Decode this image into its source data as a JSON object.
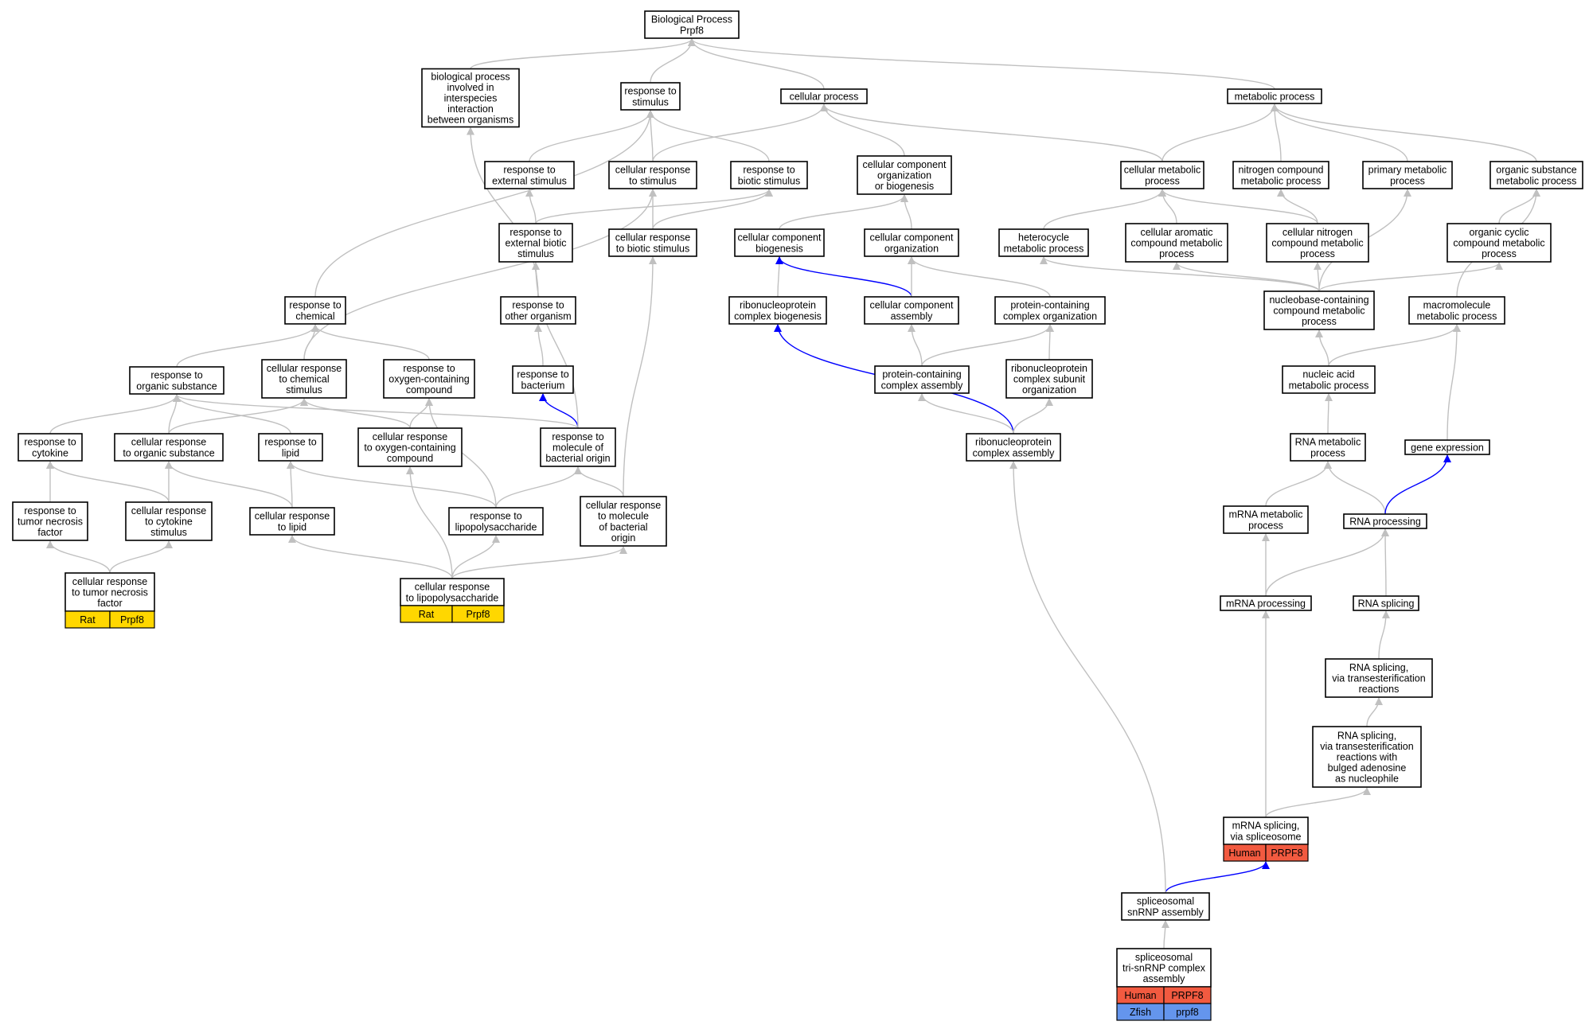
{
  "colors": {
    "gray_edge": "#c0c0c0",
    "blue_edge": "#0000ff",
    "rat": "#ffd700",
    "human": "#f25a40",
    "zfish": "#6495ed"
  },
  "nodes": {
    "root": {
      "lines": [
        "Biological Process",
        "Prpf8"
      ]
    },
    "bp_interspecies": {
      "lines": [
        "biological process",
        "involved in",
        "interspecies",
        "interaction",
        "between organisms"
      ]
    },
    "resp_stimulus": {
      "lines": [
        "response to",
        "stimulus"
      ]
    },
    "cellular_process": {
      "lines": [
        "cellular process"
      ]
    },
    "metabolic_process": {
      "lines": [
        "metabolic process"
      ]
    },
    "resp_ext_stimulus": {
      "lines": [
        "response to",
        "external stimulus"
      ]
    },
    "cell_resp_stimulus": {
      "lines": [
        "cellular response",
        "to stimulus"
      ]
    },
    "resp_biotic": {
      "lines": [
        "response to",
        "biotic stimulus"
      ]
    },
    "cc_org_biogenesis": {
      "lines": [
        "cellular component",
        "organization",
        "or biogenesis"
      ]
    },
    "cell_metabolic": {
      "lines": [
        "cellular metabolic",
        "process"
      ]
    },
    "nitrogen_compound": {
      "lines": [
        "nitrogen compound",
        "metabolic process"
      ]
    },
    "primary_metabolic": {
      "lines": [
        "primary metabolic",
        "process"
      ]
    },
    "organic_subst_metab": {
      "lines": [
        "organic substance",
        "metabolic process"
      ]
    },
    "resp_ext_biotic": {
      "lines": [
        "response to",
        "external biotic",
        "stimulus"
      ]
    },
    "cell_resp_biotic": {
      "lines": [
        "cellular response",
        "to biotic stimulus"
      ]
    },
    "cc_biogenesis": {
      "lines": [
        "cellular component",
        "biogenesis"
      ]
    },
    "cc_organization": {
      "lines": [
        "cellular component",
        "organization"
      ]
    },
    "heterocycle": {
      "lines": [
        "heterocycle",
        "metabolic process"
      ]
    },
    "cell_aromatic": {
      "lines": [
        "cellular aromatic",
        "compound metabolic",
        "process"
      ]
    },
    "cell_nitrogen": {
      "lines": [
        "cellular nitrogen",
        "compound metabolic",
        "process"
      ]
    },
    "organic_cyclic": {
      "lines": [
        "organic cyclic",
        "compound metabolic",
        "process"
      ]
    },
    "resp_chemical": {
      "lines": [
        "response to",
        "chemical"
      ]
    },
    "resp_other_org": {
      "lines": [
        "response to",
        "other organism"
      ]
    },
    "rnp_biogenesis": {
      "lines": [
        "ribonucleoprotein",
        "complex biogenesis"
      ]
    },
    "cc_assembly": {
      "lines": [
        "cellular component",
        "assembly"
      ]
    },
    "protein_cc_org": {
      "lines": [
        "protein-containing",
        "complex organization"
      ]
    },
    "nucleobase": {
      "lines": [
        "nucleobase-containing",
        "compound metabolic",
        "process"
      ]
    },
    "macromolecule": {
      "lines": [
        "macromolecule",
        "metabolic process"
      ]
    },
    "resp_organic_subst": {
      "lines": [
        "response to",
        "organic substance"
      ]
    },
    "cell_resp_chemical": {
      "lines": [
        "cellular response",
        "to chemical",
        "stimulus"
      ]
    },
    "resp_oxygen": {
      "lines": [
        "response to",
        "oxygen-containing",
        "compound"
      ]
    },
    "resp_bacterium": {
      "lines": [
        "response to",
        "bacterium"
      ]
    },
    "protein_cc_assembly": {
      "lines": [
        "protein-containing",
        "complex assembly"
      ]
    },
    "rnp_subunit_org": {
      "lines": [
        "ribonucleoprotein",
        "complex subunit",
        "organization"
      ]
    },
    "nucleic_acid": {
      "lines": [
        "nucleic acid",
        "metabolic process"
      ]
    },
    "resp_cytokine": {
      "lines": [
        "response to",
        "cytokine"
      ]
    },
    "cell_resp_organic": {
      "lines": [
        "cellular response",
        "to organic substance"
      ]
    },
    "resp_lipid": {
      "lines": [
        "response to",
        "lipid"
      ]
    },
    "cell_resp_oxygen": {
      "lines": [
        "cellular response",
        "to oxygen-containing",
        "compound"
      ]
    },
    "resp_mol_bact": {
      "lines": [
        "response to",
        "molecule of",
        "bacterial origin"
      ]
    },
    "rnp_assembly": {
      "lines": [
        "ribonucleoprotein",
        "complex assembly"
      ]
    },
    "rna_metabolic": {
      "lines": [
        "RNA metabolic",
        "process"
      ]
    },
    "gene_expression": {
      "lines": [
        "gene expression"
      ]
    },
    "resp_tnf": {
      "lines": [
        "response to",
        "tumor necrosis",
        "factor"
      ]
    },
    "cell_resp_cytokine": {
      "lines": [
        "cellular response",
        "to cytokine",
        "stimulus"
      ]
    },
    "cell_resp_lipid": {
      "lines": [
        "cellular response",
        "to lipid"
      ]
    },
    "resp_lps": {
      "lines": [
        "response to",
        "lipopolysaccharide"
      ]
    },
    "cell_resp_mol_bact": {
      "lines": [
        "cellular response",
        "to molecule",
        "of bacterial",
        "origin"
      ]
    },
    "mrna_metabolic": {
      "lines": [
        "mRNA metabolic",
        "process"
      ]
    },
    "rna_processing": {
      "lines": [
        "RNA processing"
      ]
    },
    "cell_resp_tnf": {
      "lines": [
        "cellular response",
        "to tumor necrosis",
        "factor"
      ],
      "annotations": [
        [
          "Rat",
          "Prpf8"
        ]
      ]
    },
    "cell_resp_lps": {
      "lines": [
        "cellular response",
        "to lipopolysaccharide"
      ],
      "annotations": [
        [
          "Rat",
          "Prpf8"
        ]
      ]
    },
    "mrna_processing": {
      "lines": [
        "mRNA processing"
      ]
    },
    "rna_splicing": {
      "lines": [
        "RNA splicing"
      ]
    },
    "rna_splicing_trans": {
      "lines": [
        "RNA splicing,",
        "via transesterification",
        "reactions"
      ]
    },
    "rna_splicing_bulged": {
      "lines": [
        "RNA splicing,",
        "via transesterification",
        "reactions with",
        "bulged adenosine",
        "as nucleophile"
      ]
    },
    "mrna_splicing": {
      "lines": [
        "mRNA splicing,",
        "via spliceosome"
      ],
      "annotations": [
        [
          "Human",
          "PRPF8"
        ]
      ]
    },
    "spliceosomal_snrnp": {
      "lines": [
        "spliceosomal",
        "snRNP assembly"
      ]
    },
    "tri_snrnp": {
      "lines": [
        "spliceosomal",
        "tri-snRNP complex",
        "assembly"
      ],
      "annotations": [
        [
          "Human",
          "PRPF8"
        ],
        [
          "Zfish",
          "prpf8"
        ]
      ]
    }
  },
  "edges": [
    [
      "bp_interspecies",
      "root",
      "gray"
    ],
    [
      "resp_stimulus",
      "root",
      "gray"
    ],
    [
      "cellular_process",
      "root",
      "gray"
    ],
    [
      "metabolic_process",
      "root",
      "gray"
    ],
    [
      "resp_ext_stimulus",
      "resp_stimulus",
      "gray"
    ],
    [
      "cell_resp_stimulus",
      "resp_stimulus",
      "gray"
    ],
    [
      "resp_biotic",
      "resp_stimulus",
      "gray"
    ],
    [
      "resp_chemical",
      "resp_stimulus",
      "gray"
    ],
    [
      "cell_resp_stimulus",
      "cellular_process",
      "gray"
    ],
    [
      "cc_org_biogenesis",
      "cellular_process",
      "gray"
    ],
    [
      "cell_metabolic",
      "cellular_process",
      "gray"
    ],
    [
      "cell_metabolic",
      "metabolic_process",
      "gray"
    ],
    [
      "nitrogen_compound",
      "metabolic_process",
      "gray"
    ],
    [
      "primary_metabolic",
      "metabolic_process",
      "gray"
    ],
    [
      "organic_subst_metab",
      "metabolic_process",
      "gray"
    ],
    [
      "resp_ext_biotic",
      "resp_ext_stimulus",
      "gray"
    ],
    [
      "resp_ext_biotic",
      "resp_biotic",
      "gray"
    ],
    [
      "cell_resp_biotic",
      "resp_biotic",
      "gray"
    ],
    [
      "cell_resp_biotic",
      "cell_resp_stimulus",
      "gray"
    ],
    [
      "cell_resp_chemical",
      "cell_resp_stimulus",
      "gray"
    ],
    [
      "cc_biogenesis",
      "cc_org_biogenesis",
      "gray"
    ],
    [
      "cc_organization",
      "cc_org_biogenesis",
      "gray"
    ],
    [
      "heterocycle",
      "cell_metabolic",
      "gray"
    ],
    [
      "cell_aromatic",
      "cell_metabolic",
      "gray"
    ],
    [
      "cell_nitrogen",
      "cell_metabolic",
      "gray"
    ],
    [
      "cell_nitrogen",
      "nitrogen_compound",
      "gray"
    ],
    [
      "organic_cyclic",
      "organic_subst_metab",
      "gray"
    ],
    [
      "macromolecule",
      "organic_subst_metab",
      "gray"
    ],
    [
      "nucleobase",
      "heterocycle",
      "gray"
    ],
    [
      "nucleobase",
      "cell_aromatic",
      "gray"
    ],
    [
      "nucleobase",
      "cell_nitrogen",
      "gray"
    ],
    [
      "nucleobase",
      "organic_cyclic",
      "gray"
    ],
    [
      "nucleobase",
      "primary_metabolic",
      "gray"
    ],
    [
      "resp_other_org",
      "resp_ext_biotic",
      "gray"
    ],
    [
      "resp_other_org",
      "bp_interspecies",
      "gray"
    ],
    [
      "resp_bacterium",
      "resp_other_org",
      "gray"
    ],
    [
      "resp_mol_bact",
      "resp_bacterium",
      "blue"
    ],
    [
      "resp_mol_bact",
      "resp_ext_biotic",
      "gray"
    ],
    [
      "rnp_biogenesis",
      "cc_biogenesis",
      "gray"
    ],
    [
      "cc_assembly",
      "cc_biogenesis",
      "blue"
    ],
    [
      "cc_assembly",
      "cc_organization",
      "gray"
    ],
    [
      "protein_cc_org",
      "cc_organization",
      "gray"
    ],
    [
      "protein_cc_assembly",
      "cc_assembly",
      "gray"
    ],
    [
      "protein_cc_assembly",
      "protein_cc_org",
      "gray"
    ],
    [
      "rnp_subunit_org",
      "protein_cc_org",
      "gray"
    ],
    [
      "rnp_assembly",
      "rnp_biogenesis",
      "blue"
    ],
    [
      "rnp_assembly",
      "protein_cc_assembly",
      "gray"
    ],
    [
      "rnp_assembly",
      "rnp_subunit_org",
      "gray"
    ],
    [
      "resp_organic_subst",
      "resp_chemical",
      "gray"
    ],
    [
      "cell_resp_chemical",
      "resp_chemical",
      "gray"
    ],
    [
      "resp_oxygen",
      "resp_chemical",
      "gray"
    ],
    [
      "resp_cytokine",
      "resp_organic_subst",
      "gray"
    ],
    [
      "cell_resp_organic",
      "resp_organic_subst",
      "gray"
    ],
    [
      "resp_lipid",
      "resp_organic_subst",
      "gray"
    ],
    [
      "resp_mol_bact",
      "resp_organic_subst",
      "gray"
    ],
    [
      "cell_resp_organic",
      "cell_resp_chemical",
      "gray"
    ],
    [
      "cell_resp_oxygen",
      "cell_resp_chemical",
      "gray"
    ],
    [
      "cell_resp_oxygen",
      "resp_oxygen",
      "gray"
    ],
    [
      "resp_lps",
      "resp_oxygen",
      "gray"
    ],
    [
      "resp_lps",
      "resp_mol_bact",
      "gray"
    ],
    [
      "resp_lps",
      "resp_lipid",
      "gray"
    ],
    [
      "cell_resp_mol_bact",
      "resp_mol_bact",
      "gray"
    ],
    [
      "cell_resp_mol_bact",
      "cell_resp_biotic",
      "gray"
    ],
    [
      "resp_tnf",
      "resp_cytokine",
      "gray"
    ],
    [
      "cell_resp_cytokine",
      "resp_cytokine",
      "gray"
    ],
    [
      "cell_resp_cytokine",
      "cell_resp_organic",
      "gray"
    ],
    [
      "cell_resp_lipid",
      "resp_lipid",
      "gray"
    ],
    [
      "cell_resp_lipid",
      "cell_resp_organic",
      "gray"
    ],
    [
      "cell_resp_tnf",
      "resp_tnf",
      "gray"
    ],
    [
      "cell_resp_tnf",
      "cell_resp_cytokine",
      "gray"
    ],
    [
      "cell_resp_lps",
      "cell_resp_lipid",
      "gray"
    ],
    [
      "cell_resp_lps",
      "cell_resp_oxygen",
      "gray"
    ],
    [
      "cell_resp_lps",
      "resp_lps",
      "gray"
    ],
    [
      "cell_resp_lps",
      "cell_resp_mol_bact",
      "gray"
    ],
    [
      "nucleic_acid",
      "nucleobase",
      "gray"
    ],
    [
      "nucleic_acid",
      "macromolecule",
      "gray"
    ],
    [
      "rna_metabolic",
      "nucleic_acid",
      "gray"
    ],
    [
      "gene_expression",
      "macromolecule",
      "gray"
    ],
    [
      "mrna_metabolic",
      "rna_metabolic",
      "gray"
    ],
    [
      "rna_processing",
      "rna_metabolic",
      "gray"
    ],
    [
      "rna_processing",
      "gene_expression",
      "blue"
    ],
    [
      "mrna_processing",
      "mrna_metabolic",
      "gray"
    ],
    [
      "mrna_processing",
      "rna_processing",
      "gray"
    ],
    [
      "rna_splicing",
      "rna_processing",
      "gray"
    ],
    [
      "rna_splicing_trans",
      "rna_splicing",
      "gray"
    ],
    [
      "rna_splicing_bulged",
      "rna_splicing_trans",
      "gray"
    ],
    [
      "mrna_splicing",
      "mrna_processing",
      "gray"
    ],
    [
      "mrna_splicing",
      "rna_splicing_bulged",
      "gray"
    ],
    [
      "spliceosomal_snrnp",
      "mrna_splicing",
      "blue"
    ],
    [
      "spliceosomal_snrnp",
      "rnp_assembly",
      "gray"
    ],
    [
      "tri_snrnp",
      "spliceosomal_snrnp",
      "gray"
    ]
  ]
}
